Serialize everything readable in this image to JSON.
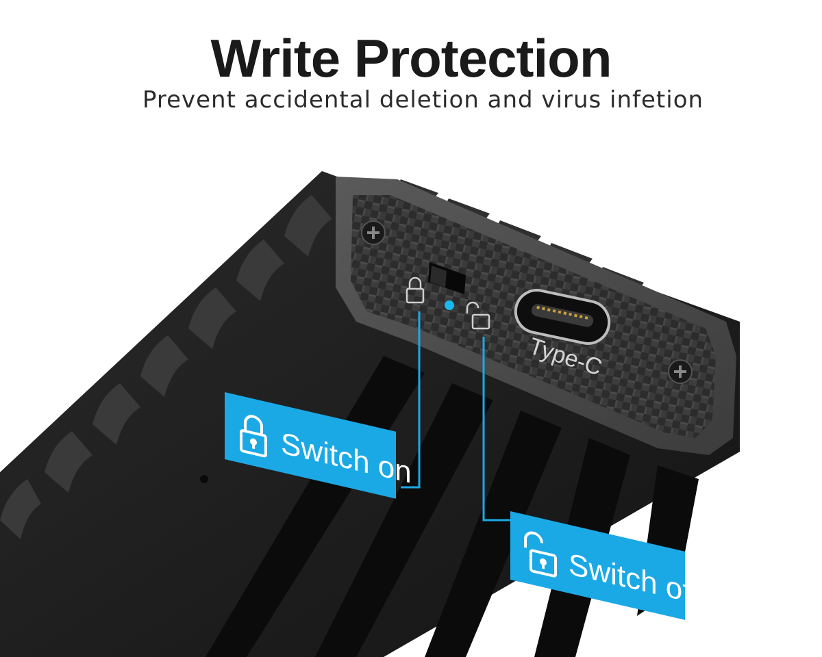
{
  "header": {
    "title": "Write Protection",
    "subtitle": "Prevent accidental deletion and virus infetion"
  },
  "device": {
    "port_label": "Type-C"
  },
  "callouts": {
    "on_label": "Switch on",
    "off_label": "Switch off",
    "color": "#1ba9e6"
  },
  "indicator": {
    "led_color": "#19b8f0"
  }
}
